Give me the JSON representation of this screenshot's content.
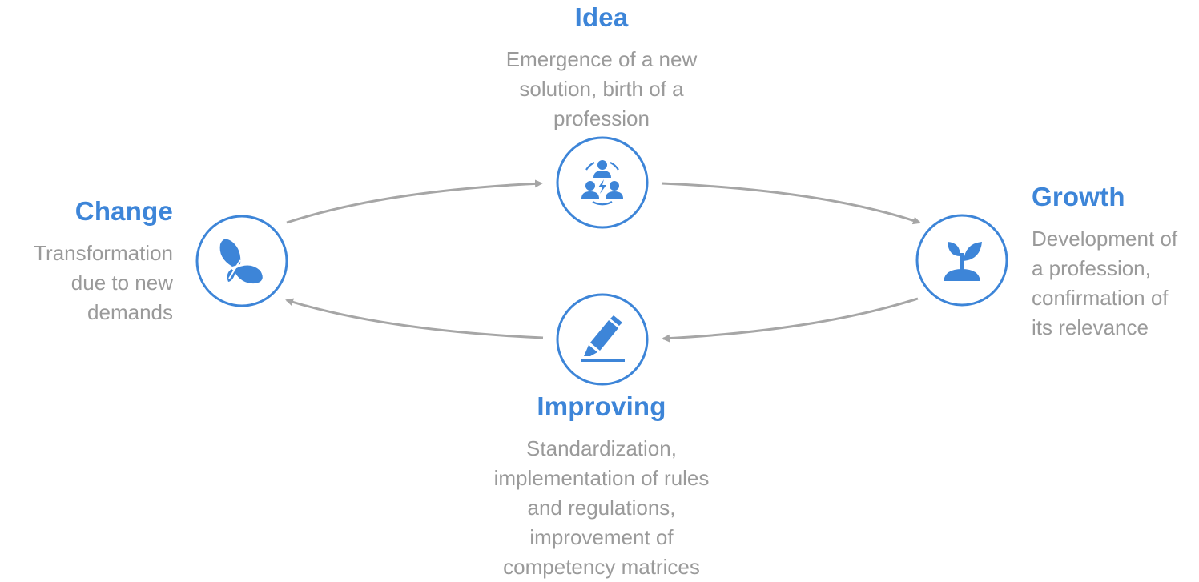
{
  "colors": {
    "accent": "#3d85d8",
    "description_text": "#9a9a9a",
    "arrow": "#a6a6a6"
  },
  "stages": {
    "idea": {
      "title": "Idea",
      "description": [
        "Emergence of a new",
        "solution, birth of a",
        "profession"
      ],
      "icon": "team-meeting-icon"
    },
    "growth": {
      "title": "Growth",
      "description": [
        "Development of",
        "a profession,",
        "confirmation of",
        "its relevance"
      ],
      "icon": "sprout-icon"
    },
    "improving": {
      "title": "Improving",
      "description": [
        "Standardization,",
        "implementation of rules",
        "and regulations,",
        "improvement of",
        "competency matrices"
      ],
      "icon": "highlighter-icon"
    },
    "change": {
      "title": "Change",
      "description": [
        "Transformation",
        "due to new",
        "demands"
      ],
      "icon": "butterfly-icon"
    }
  },
  "cycle_order": [
    "idea",
    "growth",
    "improving",
    "change"
  ]
}
